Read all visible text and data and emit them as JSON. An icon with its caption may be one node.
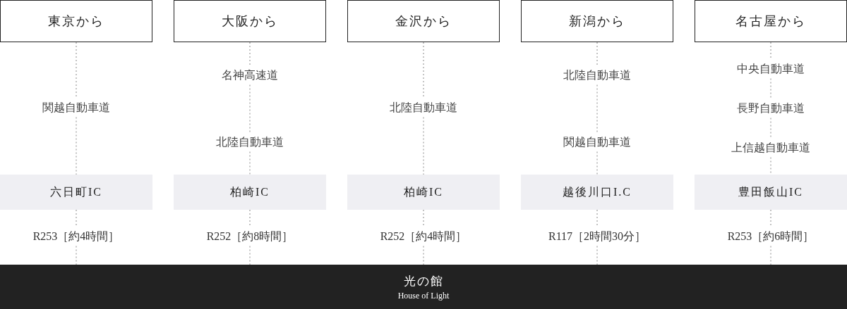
{
  "diagram": {
    "nodes": [
      {
        "text": [
          "東京から"
        ]
      },
      {
        "text": [
          "関越自動車道"
        ]
      },
      {
        "text": [
          "六日町IC"
        ]
      },
      {
        "text": [
          "R253［約4時間］"
        ]
      },
      {
        "text": [
          "大阪から"
        ]
      },
      {
        "text": [
          "名神高速道"
        ]
      },
      {
        "text": [
          "北陸自動車道"
        ]
      },
      {
        "text": [
          "柏崎IC"
        ]
      },
      {
        "text": [
          "R252［約8時間］"
        ]
      },
      {
        "text": [
          "金沢から"
        ]
      },
      {
        "text": [
          "北陸自動車道"
        ]
      },
      {
        "text": [
          "柏崎IC"
        ]
      },
      {
        "text": [
          "R252［約4時間］"
        ]
      },
      {
        "text": [
          "新潟から"
        ]
      },
      {
        "text": [
          "北陸自動車道"
        ]
      },
      {
        "text": [
          "関越自動車道"
        ]
      },
      {
        "text": [
          "越後川口I.C"
        ]
      },
      {
        "text": [
          "R117［2時間30分］"
        ]
      },
      {
        "text": [
          "名古屋から"
        ]
      },
      {
        "text": [
          "中央自動車道"
        ]
      },
      {
        "text": [
          "長野自動車道"
        ]
      },
      {
        "text": [
          "上信越自動車道"
        ]
      },
      {
        "text": [
          "豊田飯山IC"
        ]
      },
      {
        "text": [
          "R253［約6時間］"
        ]
      },
      {
        "text": [
          "光の館",
          "House of Light"
        ]
      }
    ],
    "edges": [
      {
        "from": 0,
        "to": 1,
        "arrow": "none",
        "style": "dashed"
      },
      {
        "from": 1,
        "to": 2,
        "arrow": "none",
        "style": "dashed"
      },
      {
        "from": 2,
        "to": 3,
        "arrow": "none",
        "style": "dashed"
      },
      {
        "from": 3,
        "to": 24,
        "arrow": "none",
        "style": "dashed"
      },
      {
        "from": 4,
        "to": 5,
        "arrow": "none",
        "style": "dashed"
      },
      {
        "from": 5,
        "to": 6,
        "arrow": "none",
        "style": "dashed"
      },
      {
        "from": 6,
        "to": 7,
        "arrow": "none",
        "style": "dashed"
      },
      {
        "from": 7,
        "to": 8,
        "arrow": "none",
        "style": "dashed"
      },
      {
        "from": 8,
        "to": 24,
        "arrow": "none",
        "style": "dashed"
      },
      {
        "from": 9,
        "to": 10,
        "arrow": "none",
        "style": "dashed"
      },
      {
        "from": 10,
        "to": 11,
        "arrow": "none",
        "style": "dashed"
      },
      {
        "from": 11,
        "to": 12,
        "arrow": "none",
        "style": "dashed"
      },
      {
        "from": 12,
        "to": 24,
        "arrow": "none",
        "style": "dashed"
      },
      {
        "from": 13,
        "to": 14,
        "arrow": "none",
        "style": "dashed"
      },
      {
        "from": 14,
        "to": 15,
        "arrow": "none",
        "style": "dashed"
      },
      {
        "from": 15,
        "to": 16,
        "arrow": "none",
        "style": "dashed"
      },
      {
        "from": 16,
        "to": 17,
        "arrow": "none",
        "style": "dashed"
      },
      {
        "from": 17,
        "to": 24,
        "arrow": "none",
        "style": "dashed"
      },
      {
        "from": 18,
        "to": 19,
        "arrow": "none",
        "style": "dashed"
      },
      {
        "from": 19,
        "to": 20,
        "arrow": "none",
        "style": "dashed"
      },
      {
        "from": 20,
        "to": 21,
        "arrow": "none",
        "style": "dashed"
      },
      {
        "from": 21,
        "to": 22,
        "arrow": "none",
        "style": "dashed"
      },
      {
        "from": 22,
        "to": 23,
        "arrow": "none",
        "style": "dashed"
      },
      {
        "from": 23,
        "to": 24,
        "arrow": "none",
        "style": "dashed"
      }
    ]
  }
}
